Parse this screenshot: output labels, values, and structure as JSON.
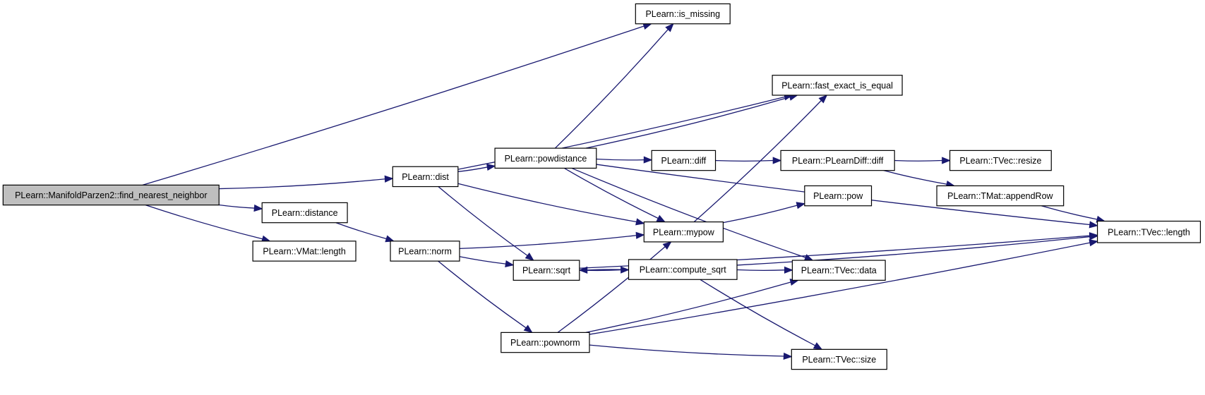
{
  "nodes": [
    {
      "id": "root",
      "label": "PLearn::ManifoldParzen2::find_nearest_neighbor",
      "root": true
    },
    {
      "id": "is_missing",
      "label": "PLearn::is_missing"
    },
    {
      "id": "fast_exact_is_equal",
      "label": "PLearn::fast_exact_is_equal"
    },
    {
      "id": "dist",
      "label": "PLearn::dist"
    },
    {
      "id": "powdistance",
      "label": "PLearn::powdistance"
    },
    {
      "id": "diff",
      "label": "PLearn::diff"
    },
    {
      "id": "plearndiff",
      "label": "PLearn::PLearnDiff::diff"
    },
    {
      "id": "resize",
      "label": "PLearn::TVec::resize"
    },
    {
      "id": "appendRow",
      "label": "PLearn::TMat::appendRow"
    },
    {
      "id": "pow",
      "label": "PLearn::pow"
    },
    {
      "id": "distance",
      "label": "PLearn::distance"
    },
    {
      "id": "vmat_length",
      "label": "PLearn::VMat::length"
    },
    {
      "id": "norm",
      "label": "PLearn::norm"
    },
    {
      "id": "mypow",
      "label": "PLearn::mypow"
    },
    {
      "id": "tvec_length",
      "label": "PLearn::TVec::length"
    },
    {
      "id": "sqrt",
      "label": "PLearn::sqrt"
    },
    {
      "id": "compute_sqrt",
      "label": "PLearn::compute_sqrt"
    },
    {
      "id": "tvec_data",
      "label": "PLearn::TVec::data"
    },
    {
      "id": "pownorm",
      "label": "PLearn::pownorm"
    },
    {
      "id": "tvec_size",
      "label": "PLearn::TVec::size"
    }
  ],
  "edges": [
    {
      "from": "root",
      "to": "is_missing"
    },
    {
      "from": "root",
      "to": "dist"
    },
    {
      "from": "root",
      "to": "distance"
    },
    {
      "from": "root",
      "to": "vmat_length"
    },
    {
      "from": "dist",
      "to": "fast_exact_is_equal"
    },
    {
      "from": "dist",
      "to": "powdistance"
    },
    {
      "from": "dist",
      "to": "mypow"
    },
    {
      "from": "dist",
      "to": "sqrt"
    },
    {
      "from": "powdistance",
      "to": "is_missing"
    },
    {
      "from": "powdistance",
      "to": "fast_exact_is_equal"
    },
    {
      "from": "powdistance",
      "to": "tvec_length"
    },
    {
      "from": "powdistance",
      "to": "diff"
    },
    {
      "from": "powdistance",
      "to": "mypow"
    },
    {
      "from": "powdistance",
      "to": "tvec_data"
    },
    {
      "from": "diff",
      "to": "plearndiff"
    },
    {
      "from": "plearndiff",
      "to": "resize"
    },
    {
      "from": "plearndiff",
      "to": "appendRow"
    },
    {
      "from": "appendRow",
      "to": "tvec_length"
    },
    {
      "from": "distance",
      "to": "norm"
    },
    {
      "from": "norm",
      "to": "mypow"
    },
    {
      "from": "norm",
      "to": "sqrt"
    },
    {
      "from": "norm",
      "to": "pownorm"
    },
    {
      "from": "mypow",
      "to": "fast_exact_is_equal"
    },
    {
      "from": "mypow",
      "to": "pow"
    },
    {
      "from": "sqrt",
      "to": "compute_sqrt"
    },
    {
      "from": "sqrt",
      "to": "tvec_length"
    },
    {
      "from": "compute_sqrt",
      "to": "sqrt"
    },
    {
      "from": "compute_sqrt",
      "to": "tvec_length"
    },
    {
      "from": "compute_sqrt",
      "to": "tvec_data"
    },
    {
      "from": "compute_sqrt",
      "to": "tvec_size"
    },
    {
      "from": "pownorm",
      "to": "mypow"
    },
    {
      "from": "pownorm",
      "to": "tvec_data"
    },
    {
      "from": "pownorm",
      "to": "tvec_size"
    },
    {
      "from": "pownorm",
      "to": "tvec_length"
    }
  ]
}
